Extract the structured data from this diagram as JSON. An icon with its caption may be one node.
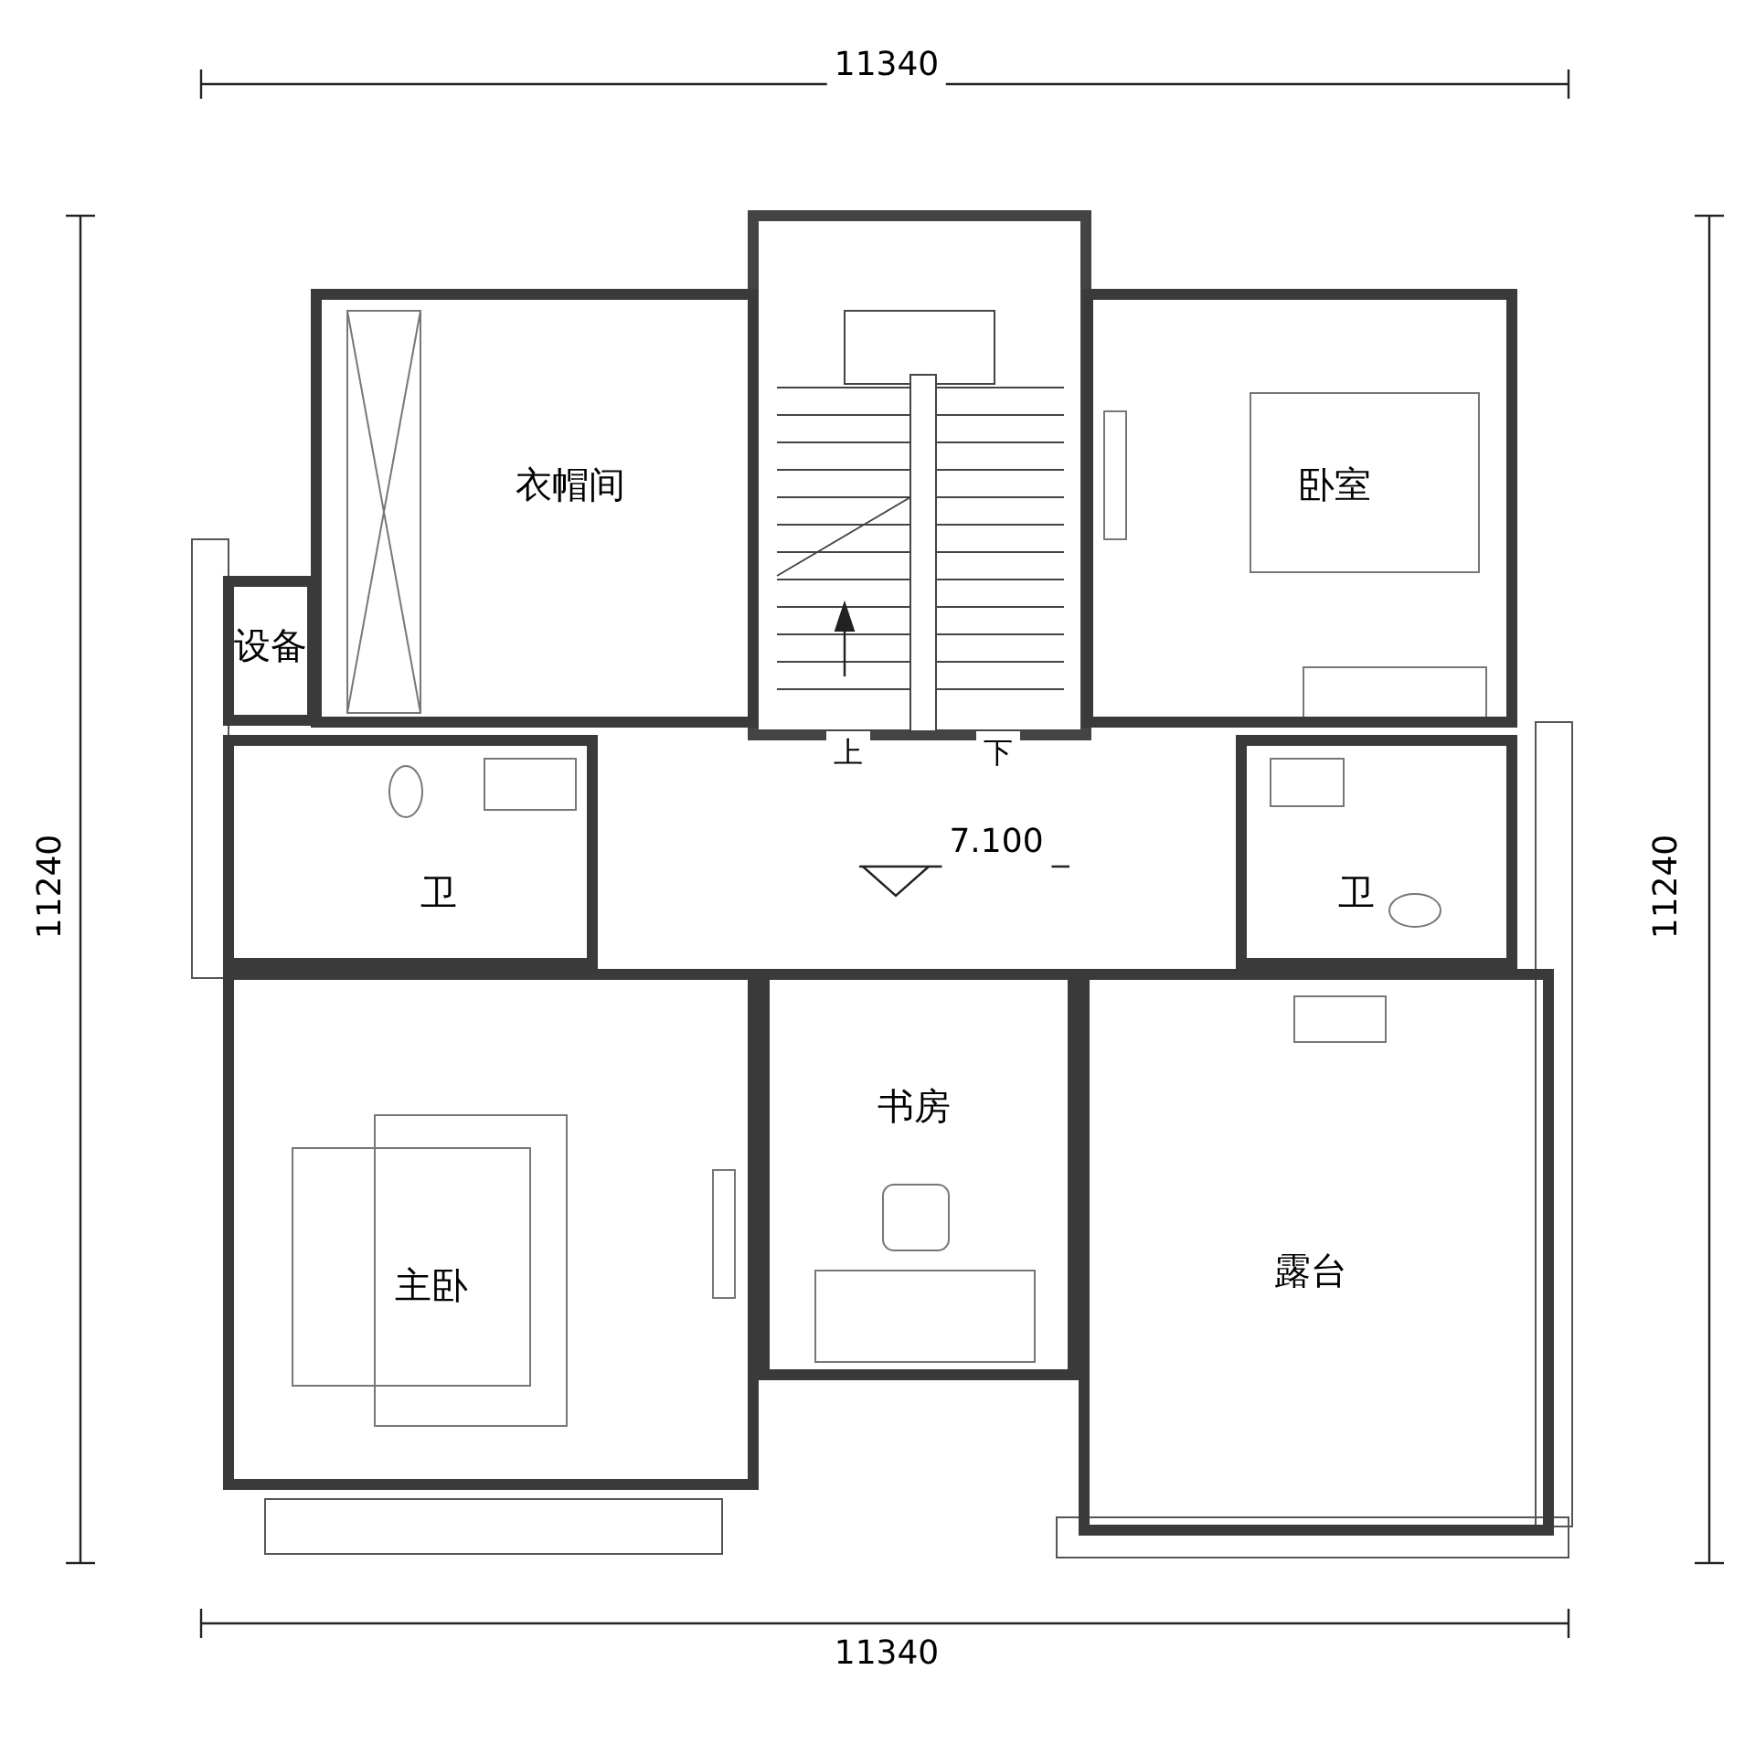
{
  "diagram": {
    "nodes": [
      {
        "text": [
          "衣帽间"
        ]
      },
      {
        "text": [
          "卧室"
        ]
      },
      {
        "text": [
          "设备"
        ]
      },
      {
        "text": [
          "卫"
        ]
      },
      {
        "text": [
          "卫"
        ]
      },
      {
        "text": [
          "主卧"
        ]
      },
      {
        "text": [
          "书房"
        ]
      },
      {
        "text": [
          "露台"
        ]
      }
    ],
    "labels": [
      "11340",
      "11240",
      "11240",
      "上",
      "下",
      "7.100",
      "11340"
    ]
  }
}
